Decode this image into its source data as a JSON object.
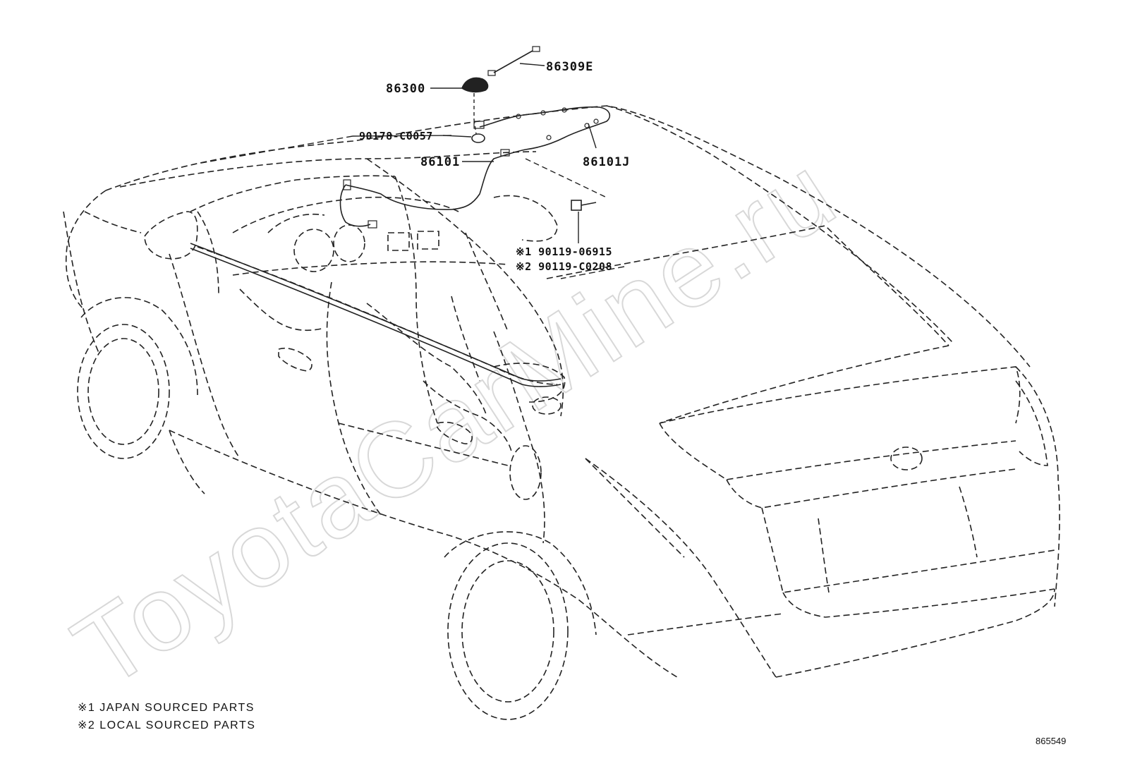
{
  "diagram": {
    "watermark": "ToyotaCarMine.ru",
    "figure_number": "865549",
    "callouts": {
      "antenna_cable_sub": "86309E",
      "roof_antenna": "86300",
      "clip": "90178-C0057",
      "antenna_cord_front": "86101",
      "antenna_cord_rear": "86101J",
      "bolt_japan": "※1 90119-06915",
      "bolt_local": "※2 90119-C0208"
    },
    "legend": [
      "※1 JAPAN SOURCED PARTS",
      "※2 LOCAL SOURCED PARTS"
    ]
  }
}
